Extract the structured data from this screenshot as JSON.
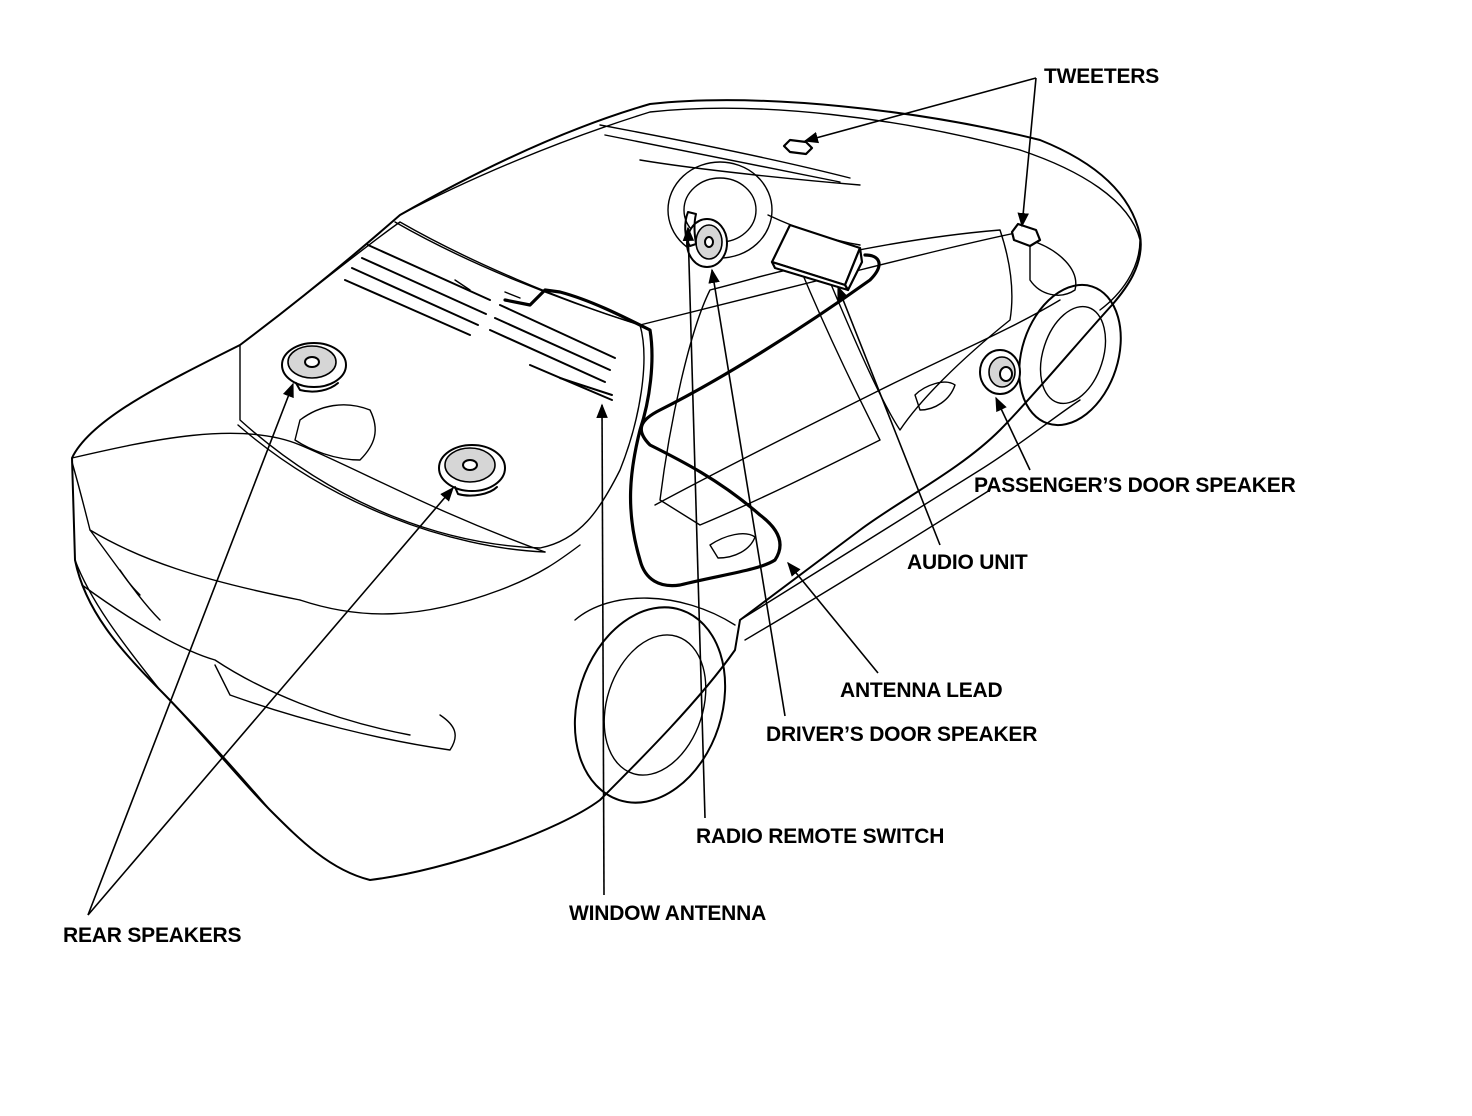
{
  "labels": {
    "tweeters": "TWEETERS",
    "passengers_door_speaker": "PASSENGER’S DOOR SPEAKER",
    "audio_unit": "AUDIO UNIT",
    "antenna_lead": "ANTENNA LEAD",
    "drivers_door_speaker": "DRIVER’S DOOR SPEAKER",
    "radio_remote_switch": "RADIO REMOTE SWITCH",
    "window_antenna": "WINDOW ANTENNA",
    "rear_speakers": "REAR SPEAKERS"
  },
  "colors": {
    "line": "#000000",
    "background": "#ffffff"
  }
}
